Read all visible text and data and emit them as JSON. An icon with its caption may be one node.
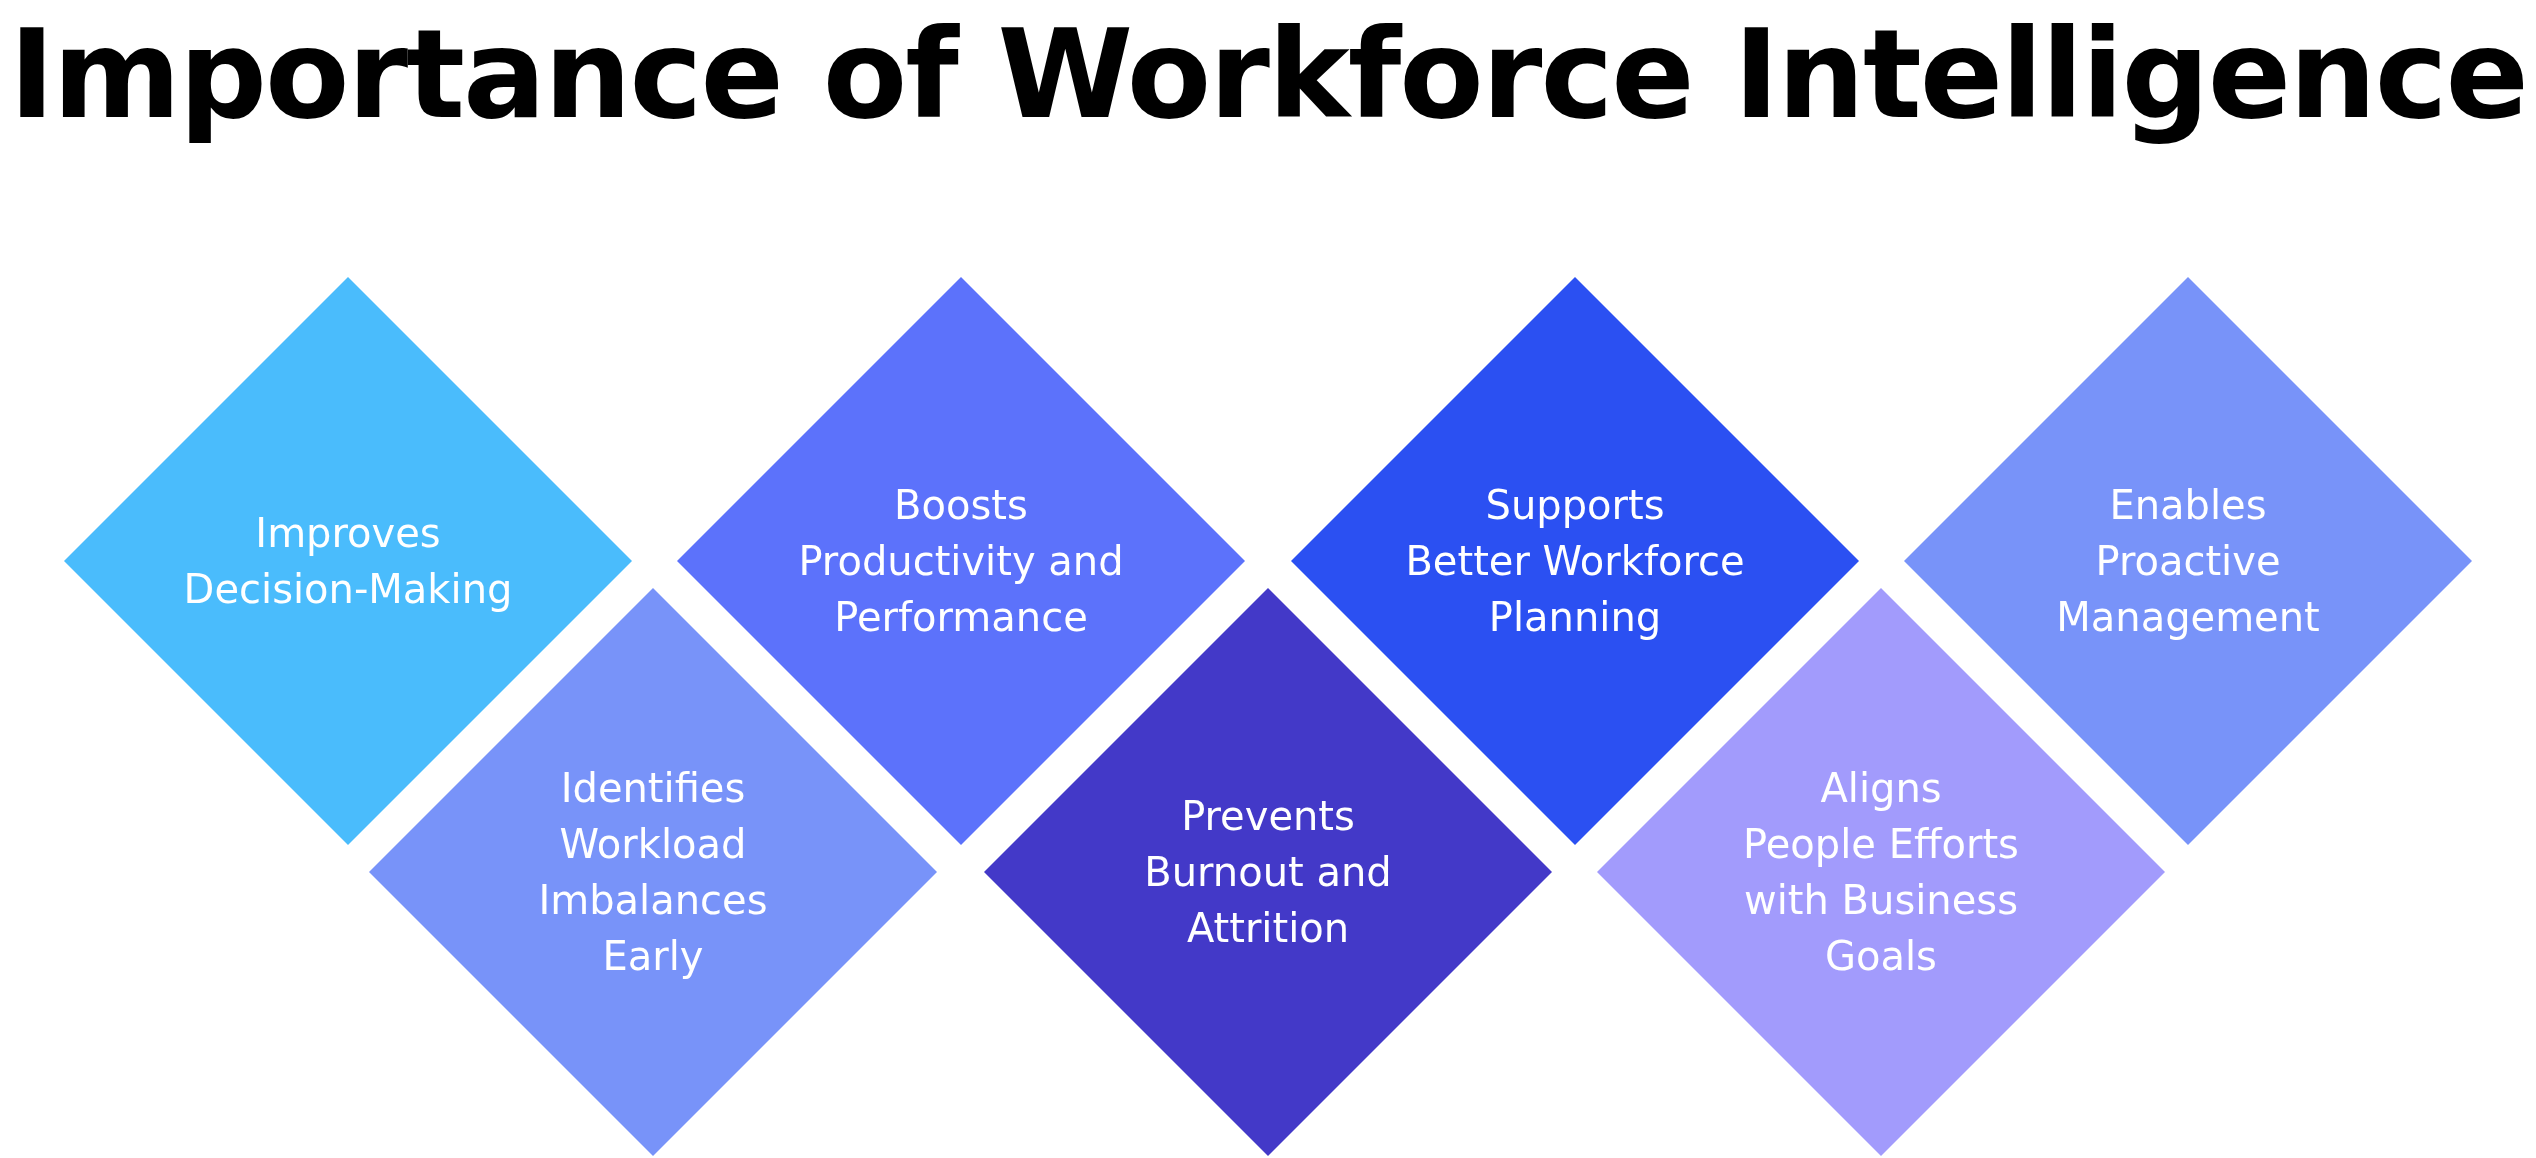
{
  "diagram": {
    "title": "Importance of Workforce Intelligence",
    "nodes": [
      {
        "text": [
          "Improves Decision-Making"
        ]
      },
      {
        "text": [
          "Identifies Workload Imbalances Early"
        ]
      },
      {
        "text": [
          "Boosts Productivity and Performance"
        ]
      },
      {
        "text": [
          "Prevents Burnout and Attrition"
        ]
      },
      {
        "text": [
          "Supports Better Workforce Planning"
        ]
      },
      {
        "text": [
          "Aligns People Efforts with Business Goals"
        ]
      },
      {
        "text": [
          "Enables Proactive Management"
        ]
      }
    ]
  }
}
